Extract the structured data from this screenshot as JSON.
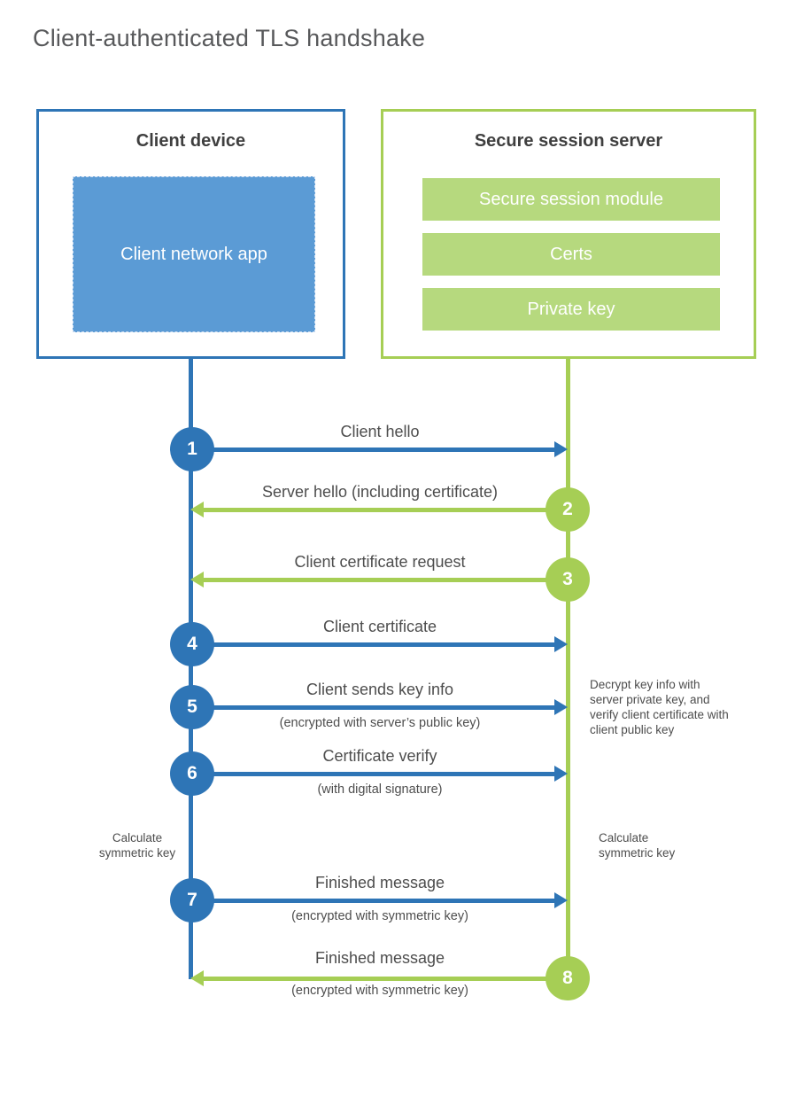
{
  "title": "Client-authenticated TLS handshake",
  "colors": {
    "blue": "#2e75b6",
    "blue_fill": "#5b9bd5",
    "green": "#a6ce55",
    "green_fill": "#b6d97e"
  },
  "actors": {
    "client": {
      "title": "Client device",
      "component": "Client network app"
    },
    "server": {
      "title": "Secure session server",
      "components": [
        {
          "label": "Secure session module"
        },
        {
          "label": "Certs"
        },
        {
          "label": "Private key"
        }
      ]
    }
  },
  "messages": [
    {
      "num": "1",
      "label": "Client hello",
      "direction": "right"
    },
    {
      "num": "2",
      "label": "Server hello (including certificate)",
      "direction": "left"
    },
    {
      "num": "3",
      "label": "Client certificate request",
      "direction": "left"
    },
    {
      "num": "4",
      "label": "Client certificate",
      "direction": "right"
    },
    {
      "num": "5",
      "label": "Client sends key info",
      "sub": "(encrypted with server’s public key)",
      "direction": "right"
    },
    {
      "num": "6",
      "label": "Certificate verify",
      "sub": "(with digital signature)",
      "direction": "right"
    },
    {
      "num": "7",
      "label": "Finished message",
      "sub": "(encrypted with symmetric key)",
      "direction": "right"
    },
    {
      "num": "8",
      "label": "Finished message",
      "sub": "(encrypted with symmetric key)",
      "direction": "left"
    }
  ],
  "annotations": {
    "server_note": "Decrypt key info with server private key, and verify client certificate with client public key",
    "client_calc": "Calculate symmetric key",
    "server_calc": "Calculate symmetric key"
  }
}
